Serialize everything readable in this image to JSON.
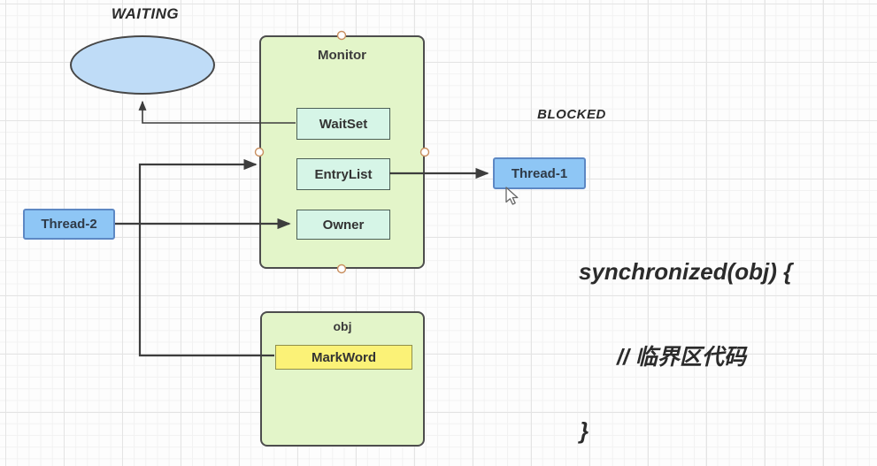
{
  "labels": {
    "waiting": "WAITING",
    "blocked": "BLOCKED"
  },
  "monitor": {
    "title": "Monitor",
    "fields": [
      {
        "label": "WaitSet"
      },
      {
        "label": "EntryList"
      },
      {
        "label": "Owner"
      }
    ]
  },
  "obj": {
    "title": "obj",
    "mark_word": "MarkWord"
  },
  "threads": {
    "thread1": "Thread-1",
    "thread2": "Thread-2"
  },
  "code": {
    "line1": "synchronized(obj) {",
    "line2": "// 临界区代码",
    "line3": "}"
  },
  "connectors": [
    {
      "name": "waitset-to-waiting-ellipse",
      "from": "WaitSet",
      "to": "WAITING ellipse"
    },
    {
      "name": "markword-to-monitor",
      "from": "MarkWord",
      "to": "Monitor"
    },
    {
      "name": "thread2-to-owner",
      "from": "Thread-2",
      "to": "Owner"
    },
    {
      "name": "entrylist-to-thread1",
      "from": "EntryList",
      "to": "Thread-1"
    }
  ],
  "colors": {
    "monitor_fill": "#e3f5c9",
    "monitor_border": "#4d4d4d",
    "field_fill": "#d6f5e7",
    "field_border": "#4c5f56",
    "markword_fill": "#fbf277",
    "markword_border": "#8f8f4a",
    "thread_fill": "#8ec6f5",
    "thread_border": "#5d88c4",
    "ellipse_fill": "#bfdcf7",
    "arrow": "#3d3d3d",
    "selection_handle_border": "#c98f5f"
  }
}
